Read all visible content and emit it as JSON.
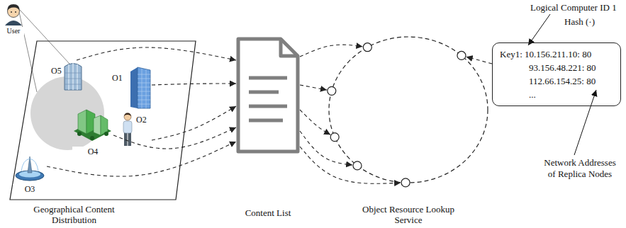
{
  "diagram": {
    "nodes": [
      {
        "text": [
          "User"
        ]
      },
      {
        "text": [
          "Geographical Content Distribution"
        ]
      },
      {
        "text": [
          "O5"
        ],
        "in": 1
      },
      {
        "text": [
          "O1"
        ],
        "in": 1
      },
      {
        "text": [
          "O2"
        ],
        "in": 1
      },
      {
        "text": [
          "O4"
        ],
        "in": 1
      },
      {
        "text": [
          "O3"
        ],
        "in": 1
      },
      {
        "text": [
          "Content List"
        ]
      },
      {
        "text": [
          "Object Resource Lookup Service"
        ]
      },
      {
        "text": [
          "Key1: 10.156.211.10: 80",
          "93.156.48.221: 80",
          "112.66.154.25: 80",
          "..."
        ]
      }
    ],
    "edges": [
      {
        "from": 3,
        "to": 7,
        "arrow": "to"
      },
      {
        "from": 4,
        "to": 7,
        "arrow": "to"
      },
      {
        "from": 6,
        "to": 7,
        "arrow": "to"
      },
      {
        "from": 5,
        "to": 7,
        "arrow": "to"
      },
      {
        "from": 2,
        "to": 7,
        "arrow": "to"
      },
      {
        "from": 7,
        "to": 8,
        "arrow": "to"
      },
      {
        "from": 7,
        "to": 8,
        "arrow": "to"
      },
      {
        "from": 7,
        "to": 8,
        "arrow": "to"
      },
      {
        "from": 7,
        "to": 8,
        "arrow": "to"
      },
      {
        "from": 7,
        "to": 8,
        "arrow": "to"
      },
      {
        "from": 9,
        "to": 8,
        "arrow": "to"
      }
    ],
    "labels": [
      "Logical Computer ID 1",
      "Hash (·)",
      "Network Addresses of Replica Nodes"
    ]
  }
}
